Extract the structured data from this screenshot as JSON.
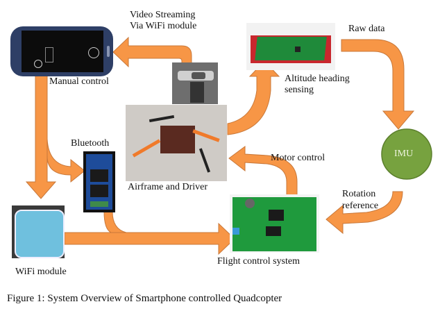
{
  "labels": {
    "video_streaming_line1": "Video Streaming",
    "video_streaming_line2": "Via WiFi module",
    "raw_data": "Raw data",
    "manual_control": "Manual control",
    "altitude_line1": "Altitude heading",
    "altitude_line2": "sensing",
    "bluetooth": "Bluetooth",
    "airframe": "Airframe and Driver",
    "motor_control": "Motor control",
    "imu": "IMU",
    "rotation_line1": "Rotation",
    "rotation_line2": "reference",
    "wifi_module": "WiFi module",
    "flight_control": "Flight control system"
  },
  "caption": "Figure 1: System Overview of Smartphone controlled Quadcopter",
  "colors": {
    "arrow_fill": "#f79646",
    "arrow_stroke": "#c8783a",
    "imu_fill": "#77a23f",
    "imu_stroke": "#5b7f2c",
    "pcb_green": "#1f8a3a",
    "pcb_red": "#c8272d"
  }
}
